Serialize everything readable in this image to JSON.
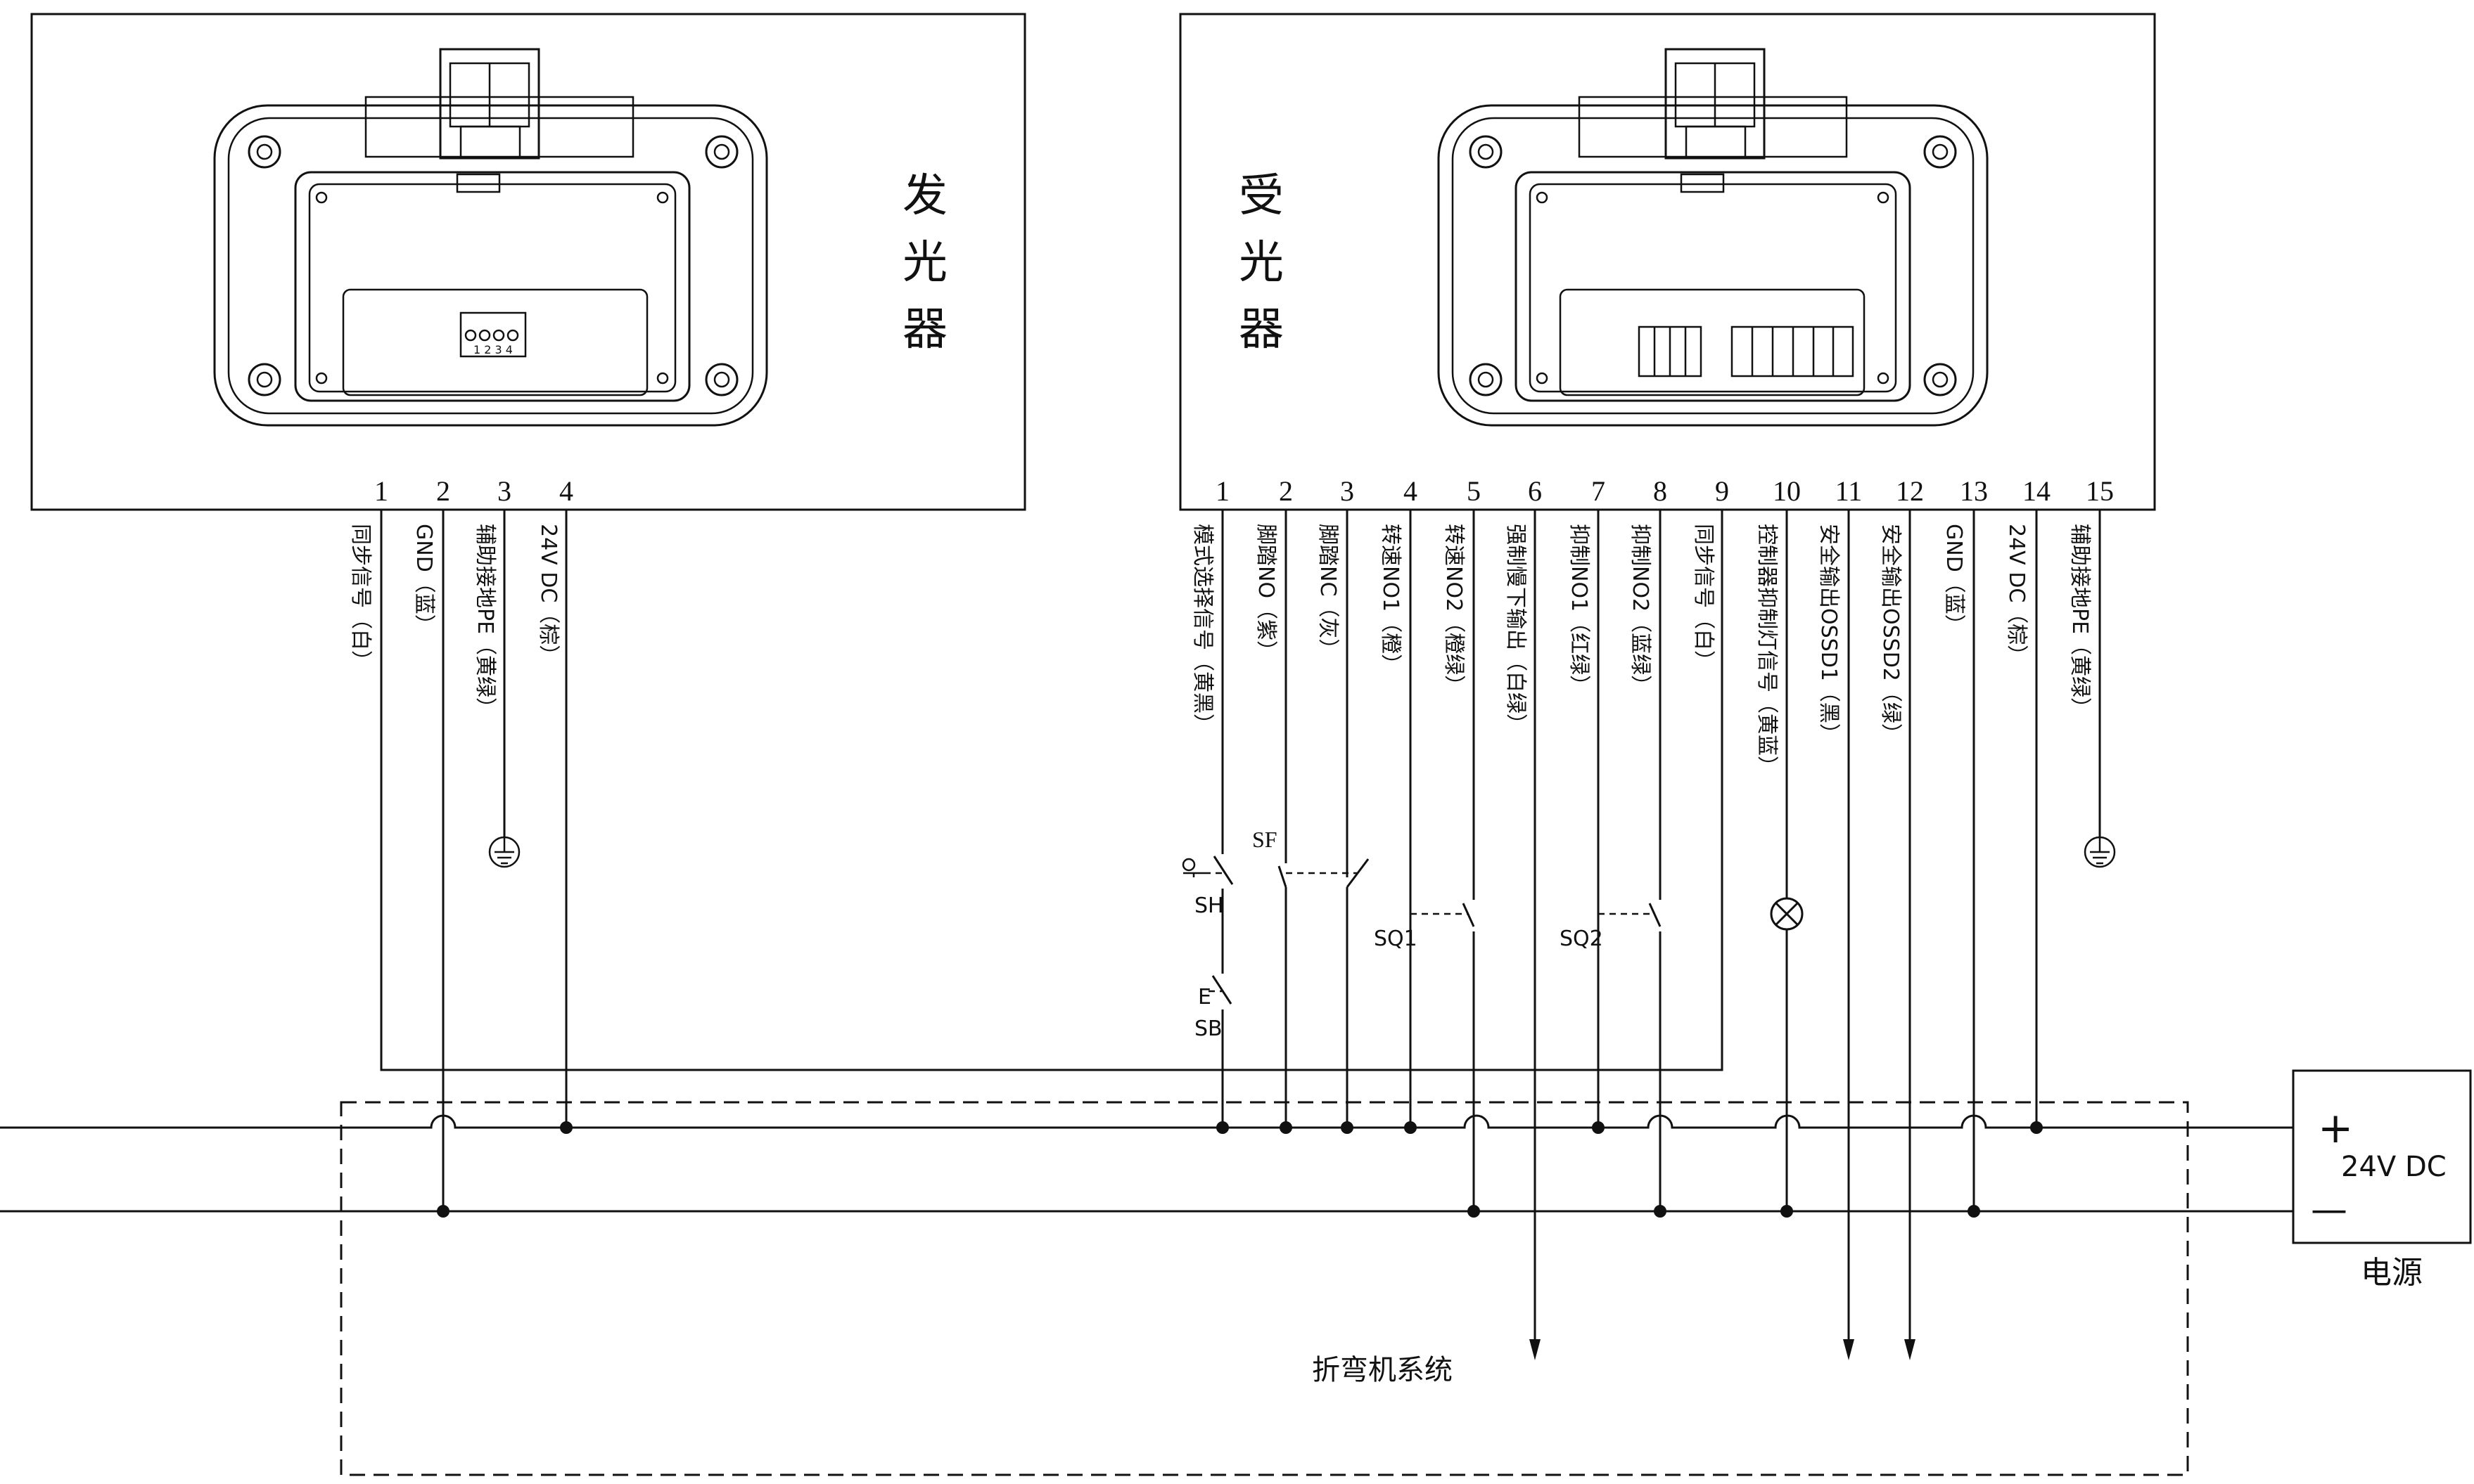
{
  "emitter": {
    "title": "发光器",
    "connector_pins": "1 2 3 4",
    "pins": [
      {
        "num": "1",
        "label": "同步信号（白）"
      },
      {
        "num": "2",
        "label": "GND（蓝）"
      },
      {
        "num": "3",
        "label": "辅助接地PE（黄绿）"
      },
      {
        "num": "4",
        "label": "24V DC（棕）"
      }
    ]
  },
  "receiver": {
    "title": "受光器",
    "pins": [
      {
        "num": "1",
        "label": "模式选择信号（黄黑）"
      },
      {
        "num": "2",
        "label": "脚踏NO（紫）"
      },
      {
        "num": "3",
        "label": "脚踏NC（灰）"
      },
      {
        "num": "4",
        "label": "转速NO1（橙）"
      },
      {
        "num": "5",
        "label": "转速NO2（橙绿）"
      },
      {
        "num": "6",
        "label": "强制慢下输出（白绿）"
      },
      {
        "num": "7",
        "label": "抑制NO1（红绿）"
      },
      {
        "num": "8",
        "label": "抑制NO2（蓝绿）"
      },
      {
        "num": "9",
        "label": "同步信号（白）"
      },
      {
        "num": "10",
        "label": "控制器抑制灯信号（黄蓝）"
      },
      {
        "num": "11",
        "label": "安全输出OSSD1（黑）"
      },
      {
        "num": "12",
        "label": "安全输出OSSD2（绿）"
      },
      {
        "num": "13",
        "label": "GND（蓝）"
      },
      {
        "num": "14",
        "label": "24V DC（棕）"
      },
      {
        "num": "15",
        "label": "辅助接地PE（黄绿）"
      }
    ]
  },
  "components": {
    "sh": "SH",
    "sb_e": "E",
    "sb": "SB",
    "sf": "SF",
    "sq1": "SQ1",
    "sq2": "SQ2"
  },
  "power": {
    "voltage": "24V DC",
    "plus": "+",
    "minus": "—",
    "label": "电源"
  },
  "system": {
    "label": "折弯机系统"
  }
}
